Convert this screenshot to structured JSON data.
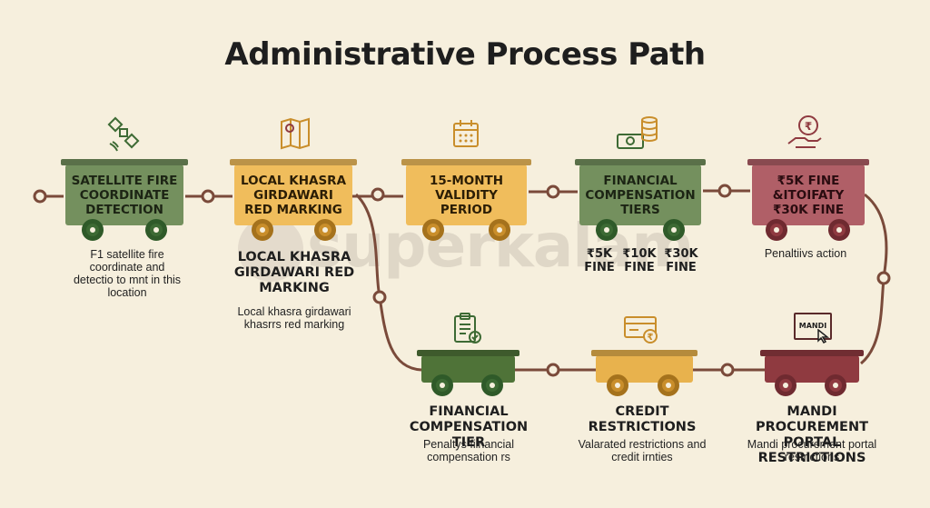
{
  "title": "Administrative Process Path",
  "watermark": "superkalam",
  "nodes": [
    {
      "cart_text": "SATELLITE FIRE COORDINATE DETECTION",
      "icon": "satellite-icon",
      "description": "F1  satellite fire coordinate and detectio to mnt in this location"
    },
    {
      "cart_text": "LOCAL KHASRA GIRDAWARI RED MARKING",
      "icon": "map-pin-icon",
      "label": "LOCAL KHASRA GIRDAWARI RED MARKING",
      "description": "Local khasra girdawari khasrrs red marking"
    },
    {
      "cart_text": "15-MONTH VALIDITY PERIOD",
      "icon": "calendar-icon"
    },
    {
      "cart_text": "FINANCIAL COMPENSATION TIERS",
      "icon": "money-coins-icon",
      "fines": [
        "₹5K FINE",
        "₹10K FINE",
        "₹30K FINE"
      ]
    },
    {
      "cart_text": "₹5K FINE &ITOIFATY ₹30K FINE",
      "icon": "hand-rupee-icon",
      "description": "Penaltiivs action"
    },
    {
      "icon": "clipboard-check-icon",
      "label": "FINANCIAL COMPENSATION TIER",
      "description": "Penaltys fiinancial compensation rs"
    },
    {
      "icon": "credit-card-icon",
      "label": "CREDIT RESTRICTIONS",
      "description": "Valarated restrictions and credit irnties"
    },
    {
      "icon": "mandi-portal-icon",
      "icon_text": "MANDI",
      "label": "MANDI PROCUREMENT PORTAL RESTRICTIONS",
      "description": "Mandi procurement portal restrictions"
    }
  ],
  "colors": {
    "green": "#74905e",
    "yellow": "#f0bd5c",
    "maroon": "#b05f67",
    "track": "#7a4a3a",
    "background": "#f6efdd"
  }
}
